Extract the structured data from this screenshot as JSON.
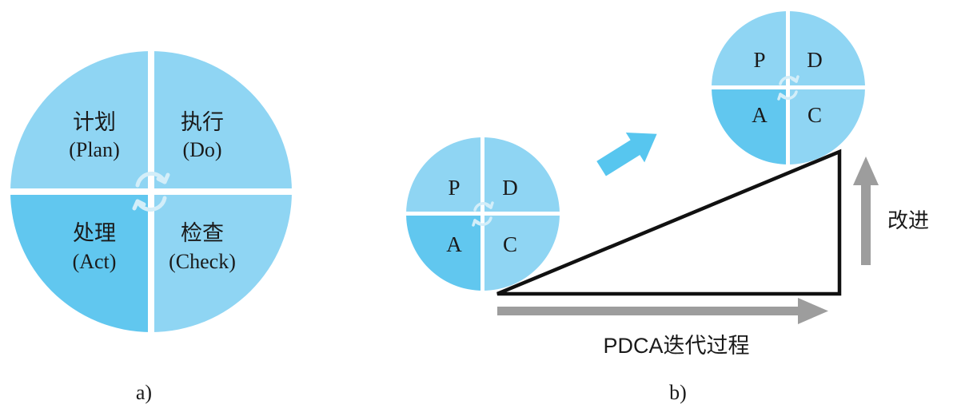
{
  "diagram_a": {
    "caption": "a)",
    "quadrants": {
      "plan": {
        "title": "计划",
        "subtitle": "(Plan)"
      },
      "do": {
        "title": "执行",
        "subtitle": "(Do)"
      },
      "act": {
        "title": "处理",
        "subtitle": "(Act)"
      },
      "check": {
        "title": "检查",
        "subtitle": "(Check)"
      }
    }
  },
  "diagram_b": {
    "caption": "b)",
    "small_wheel": {
      "p": "P",
      "d": "D",
      "a": "A",
      "c": "C"
    },
    "large_wheel": {
      "p": "P",
      "d": "D",
      "a": "A",
      "c": "C"
    },
    "improve_label": "改进",
    "process_label": "PDCA迭代过程"
  },
  "colors": {
    "light_blue": "#8fd5f3",
    "mid_blue": "#61c7ef",
    "divider": "#ffffff",
    "arrow_blue": "#57c6ef",
    "arrow_gray": "#9d9d9d",
    "cycle_arrow": "#d3eef9",
    "wedge_stroke": "#111111",
    "text": "#1a1a1a"
  },
  "icons": {
    "cycle": "circular-refresh-arrows",
    "up_arrow": "gray-up-arrow",
    "right_arrow": "gray-right-arrow",
    "blue_arrow": "blue-diagonal-arrow"
  }
}
